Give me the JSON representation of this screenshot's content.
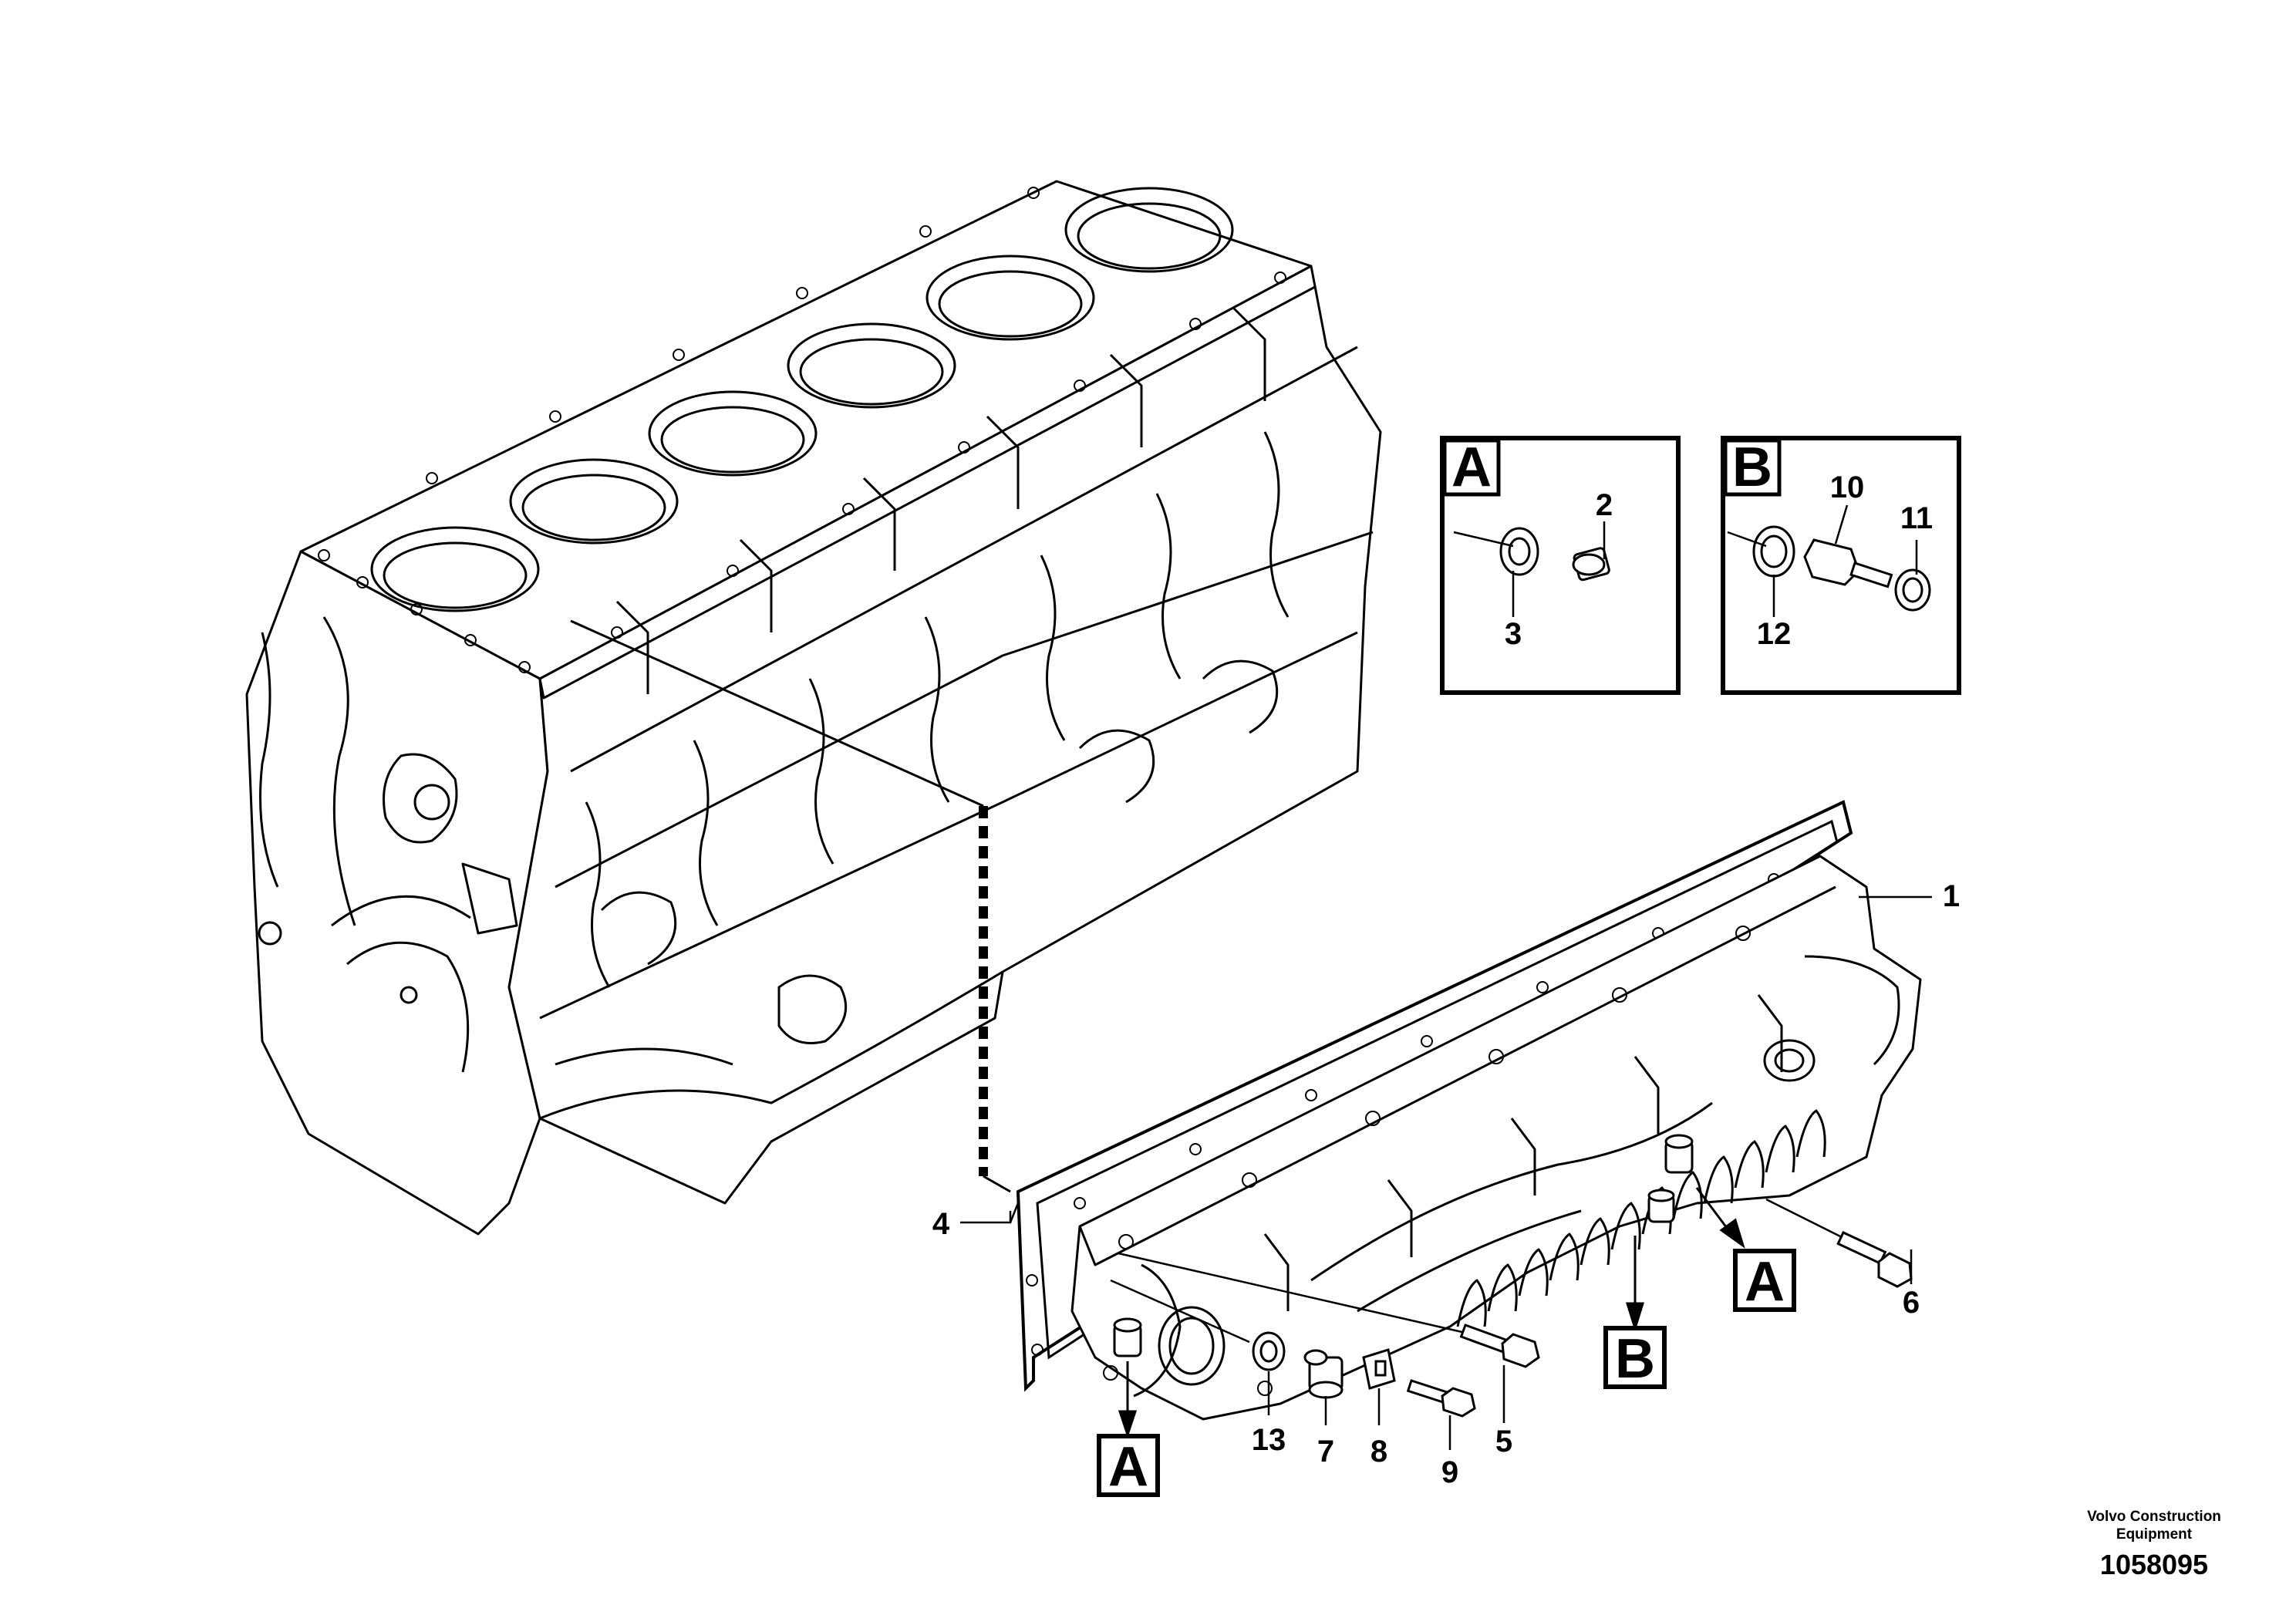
{
  "callouts": {
    "c1": "1",
    "c2": "2",
    "c3": "3",
    "c4": "4",
    "c5": "5",
    "c6": "6",
    "c7": "7",
    "c8": "8",
    "c9": "9",
    "c10": "10",
    "c11": "11",
    "c12": "12",
    "c13": "13"
  },
  "detail_boxes": {
    "a": "A",
    "b": "B"
  },
  "markers": {
    "a_left": "A",
    "b_center": "B",
    "a_right": "A"
  },
  "credit": {
    "line1": "Volvo Construction",
    "line2": "Equipment",
    "number": "1058095"
  }
}
